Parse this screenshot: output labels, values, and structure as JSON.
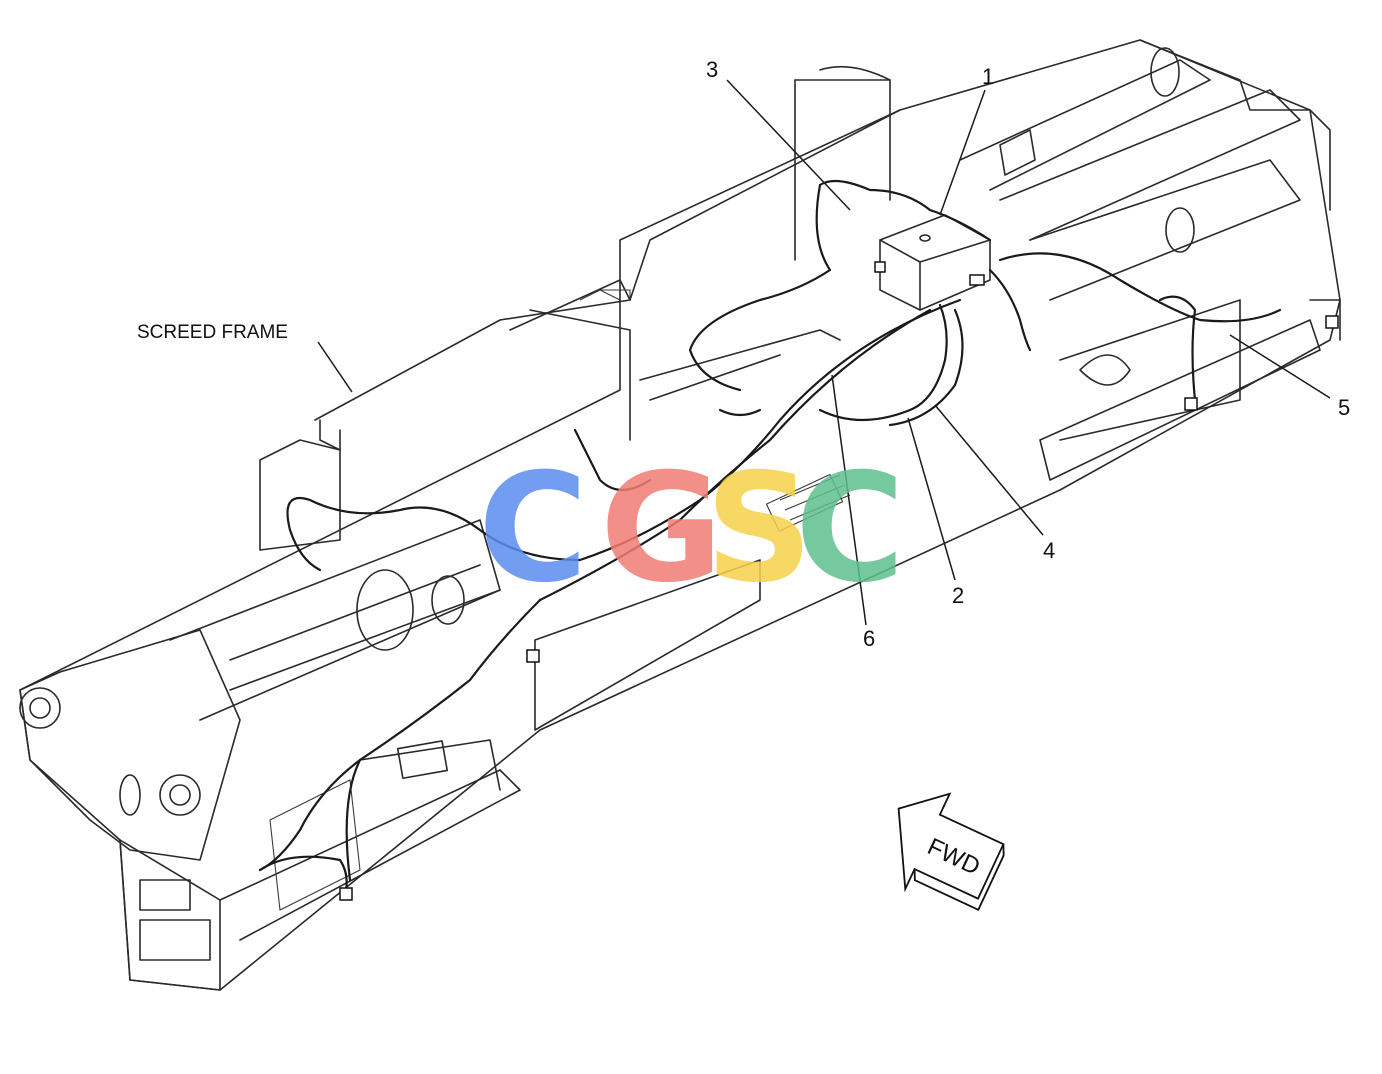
{
  "diagram": {
    "frame_label": "SCREED FRAME",
    "callouts": [
      "1",
      "2",
      "3",
      "4",
      "5",
      "6"
    ],
    "direction_arrow": "FWD"
  },
  "watermark": {
    "letters": [
      "C",
      "G",
      "S",
      "C"
    ],
    "colors": [
      "#5b8def",
      "#f07c75",
      "#f7d24a",
      "#5fbf8e"
    ]
  }
}
